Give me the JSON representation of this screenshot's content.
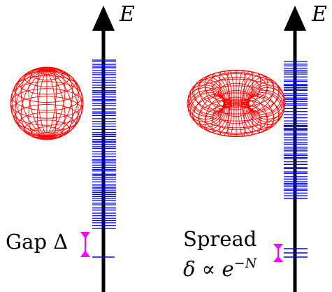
{
  "axis_label": "E",
  "left_panel": {
    "gap_text": "Gap Δ"
  },
  "right_panel": {
    "spread_text": "Spread",
    "formula_prefix": "δ ∝ e",
    "formula_exponent": "−N"
  },
  "colors": {
    "axis": "#000000",
    "levels": "#0000ff",
    "mesh": "#ff0000",
    "marker": "#ff00ff"
  },
  "icons": {
    "left_surface": "sphere-mesh-icon",
    "right_surface": "torus-mesh-icon"
  }
}
